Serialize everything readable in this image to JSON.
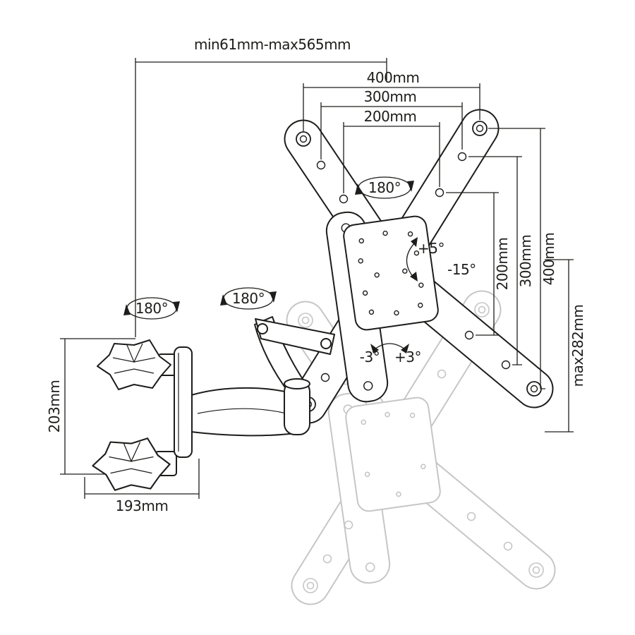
{
  "title": "Articulating TV wall mount dimension diagram",
  "colors": {
    "line": "#1d1d1b",
    "ghost": "#c6c6c6",
    "background": "#ffffff"
  },
  "labels": {
    "extension_range": "min61mm-max565mm",
    "vesa_width_400": "400mm",
    "vesa_width_300": "300mm",
    "vesa_width_200": "200mm",
    "rotate_plate": "180°",
    "rotate_elbow": "180°",
    "rotate_wall": "180°",
    "tilt_up": "+5°",
    "tilt_down": "-15°",
    "vesa_height_200": "200mm",
    "vesa_height_300": "300mm",
    "vesa_height_400": "400mm",
    "height_adjust": "max282mm",
    "swivel_left": "-3°",
    "swivel_right": "+3°",
    "wall_plate_height": "203mm",
    "arm_depth": "193mm"
  }
}
